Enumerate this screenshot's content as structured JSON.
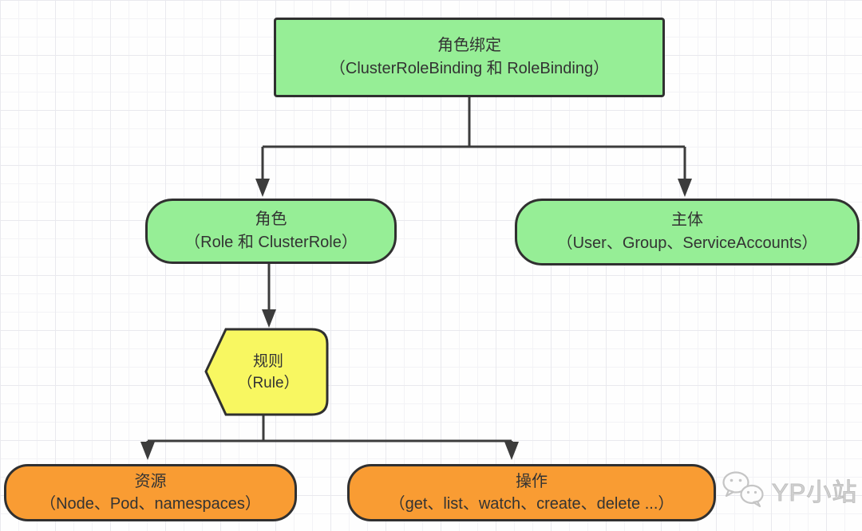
{
  "colors": {
    "node_green": "#96EE96",
    "node_orange": "#F99C33",
    "node_yellow": "#F8F761",
    "node_border": "#303030",
    "connector": "#3C3C3C",
    "text": "#333333",
    "watermark": "#C5C5C5"
  },
  "nodes": {
    "role_binding": {
      "title": "角色绑定",
      "subtitle": "（ClusterRoleBinding 和 RoleBinding）"
    },
    "role": {
      "title": "角色",
      "subtitle": "（Role 和 ClusterRole）"
    },
    "subject": {
      "title": "主体",
      "subtitle": "（User、Group、ServiceAccounts）"
    },
    "rule": {
      "title": "规则",
      "subtitle": "（Rule）"
    },
    "resource": {
      "title": "资源",
      "subtitle": "（Node、Pod、namespaces）"
    },
    "operation": {
      "title": "操作",
      "subtitle": "（get、list、watch、create、delete ...）"
    }
  },
  "edges": [
    {
      "from": "role_binding",
      "to": "role"
    },
    {
      "from": "role_binding",
      "to": "subject"
    },
    {
      "from": "role",
      "to": "rule"
    },
    {
      "from": "rule",
      "to": "resource"
    },
    {
      "from": "rule",
      "to": "operation"
    }
  ],
  "watermark": {
    "label": "YP小站",
    "icon": "wechat-icon"
  }
}
